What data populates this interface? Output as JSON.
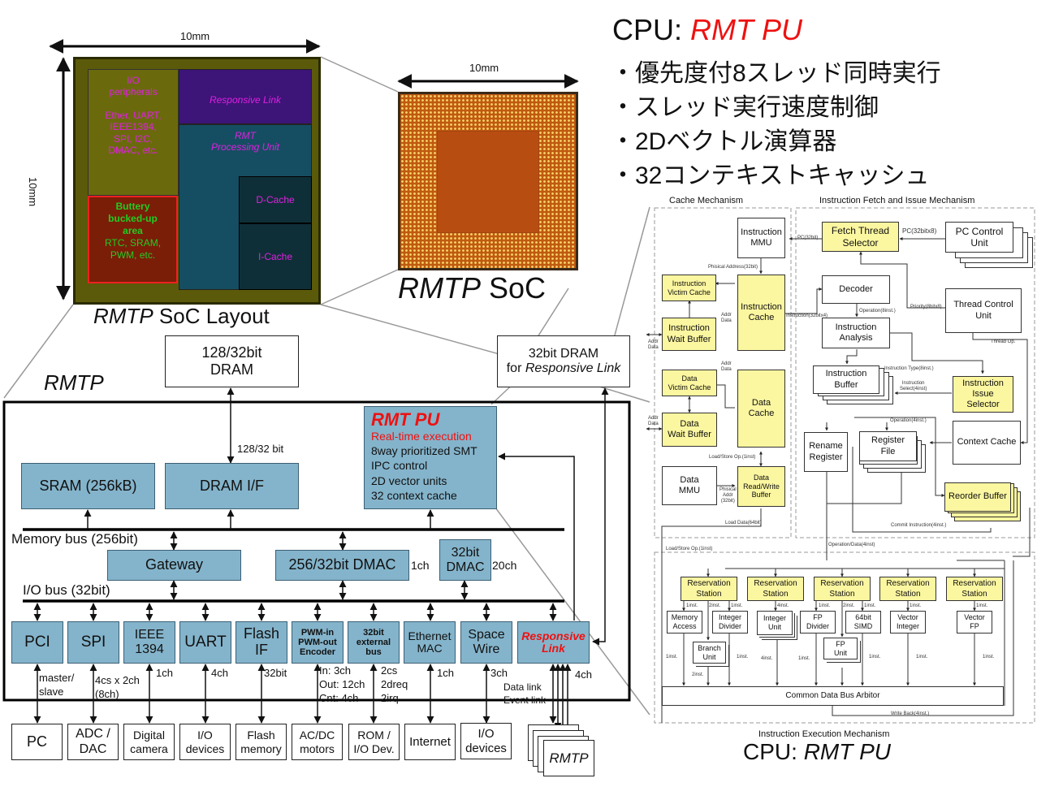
{
  "layout_figure": {
    "width_label": "10mm",
    "height_label": "10mm",
    "caption_italic": "RMTP",
    "caption_rest": " SoC Layout",
    "regions": {
      "io": [
        "I/O",
        "peripherals",
        "",
        "Ether, UART,",
        "IEEE1394,",
        "SPI, I2C,",
        "DMAC, etc."
      ],
      "battery": [
        "Buttery",
        "bucked-up",
        "area"
      ],
      "battery_sub": [
        "RTC, SRAM,",
        "PWM, etc."
      ],
      "responsive_link": "Responsive Link",
      "rmt_pu": [
        "RMT",
        "Processing Unit"
      ],
      "dcache": "D-Cache",
      "icache": "I-Cache"
    },
    "colors": {
      "label_magenta": "#e020e0",
      "label_green": "#22cc22"
    }
  },
  "package_figure": {
    "width_label": "10mm",
    "caption_italic": "RMTP",
    "caption_rest": " SoC"
  },
  "cpu_features": {
    "title_prefix": "CPU: ",
    "title_name": "RMT PU",
    "title_color": "#ee1111",
    "items": [
      "・優先度付8スレッド同時実行",
      "・スレッド実行速度制御",
      "・2Dベクトル演算器",
      "・32コンテキストキャッシュ"
    ]
  },
  "rmtp_block": {
    "title": "RMTP",
    "dram": [
      "128/32bit",
      "DRAM"
    ],
    "dram_link_label": "128/32 bit",
    "rl_dram": [
      "32bit DRAM",
      "for ",
      "Responsive Link"
    ],
    "sram": "SRAM (256kB)",
    "dram_if": "DRAM I/F",
    "rmt_pu": {
      "title": "RMT PU",
      "subtitle": "Real-time execution",
      "lines": [
        "8way prioritized SMT",
        "IPC control",
        "2D vector units",
        "32 context cache"
      ]
    },
    "memory_bus": "Memory bus (256bit)",
    "io_bus": "I/O bus (32bit)",
    "gateway": "Gateway",
    "dmac_256": "256/32bit DMAC",
    "dmac_256_ch": "1ch",
    "dmac_32": [
      "32bit",
      "DMAC"
    ],
    "dmac_32_ch": "20ch",
    "peripherals": [
      {
        "name": [
          "PCI"
        ],
        "note": [
          "master/",
          "slave"
        ],
        "device": [
          "PC"
        ]
      },
      {
        "name": [
          "SPI"
        ],
        "note": [
          "4cs x 2ch",
          "(8ch)"
        ],
        "device": [
          "ADC /",
          "DAC"
        ]
      },
      {
        "name": [
          "IEEE",
          "1394"
        ],
        "note": [
          "1ch"
        ],
        "device": [
          "Digital",
          "camera"
        ]
      },
      {
        "name": [
          "UART"
        ],
        "note": [
          "4ch"
        ],
        "device": [
          "I/O",
          "devices"
        ]
      },
      {
        "name": [
          "Flash",
          "IF"
        ],
        "note": [
          "32bit"
        ],
        "device": [
          "Flash",
          "memory"
        ]
      },
      {
        "name": [
          "PWM-in",
          "PWM-out",
          "Encoder"
        ],
        "note": [
          "In: 3ch",
          "Out: 12ch",
          "Cnt: 4ch"
        ],
        "device": [
          "AC/DC",
          "motors"
        ]
      },
      {
        "name": [
          "32bit",
          "external",
          "bus"
        ],
        "note": [
          "2cs",
          "2dreq",
          "2irq"
        ],
        "device": [
          "ROM /",
          "I/O Dev."
        ]
      },
      {
        "name": [
          "Ethernet",
          "MAC"
        ],
        "note": [
          "1ch"
        ],
        "device": [
          "Internet"
        ]
      },
      {
        "name": [
          "Space",
          "Wire"
        ],
        "note": [
          "3ch"
        ],
        "device": [
          "I/O",
          "devices"
        ]
      },
      {
        "name": [
          "Responsive",
          "Link"
        ],
        "note": [
          "4ch"
        ],
        "device": [
          "RMTP"
        ]
      }
    ],
    "rl_link_notes": [
      "Data link",
      "Event link"
    ],
    "block_color": "#84b4cb",
    "highlight_color": "#ee1111"
  },
  "cpu_diagram": {
    "sections": {
      "cache": "Cache Mechanism",
      "fetch": "Instruction Fetch and Issue Mechanism",
      "exec": "Instruction Execution Mechanism"
    },
    "blocks": {
      "immu": [
        "Instruction",
        "MMU"
      ],
      "ivc": [
        "Instruction",
        "Victim Cache"
      ],
      "icache": [
        "Instruction",
        "Cache"
      ],
      "iwb": [
        "Instruction",
        "Wait Buffer"
      ],
      "dvc": [
        "Data",
        "Victim Cache"
      ],
      "dcache": [
        "Data",
        "Cache"
      ],
      "dwb": [
        "Data",
        "Wait Buffer"
      ],
      "dmmu": [
        "Data",
        "MMU"
      ],
      "drw": [
        "Data",
        "Read/Write",
        "Buffer"
      ],
      "fts": [
        "Fetch Thread",
        "Selector"
      ],
      "pcu": [
        "PC Control",
        "Unit"
      ],
      "decoder": [
        "Decoder"
      ],
      "ianalysis": [
        "Instruction",
        "Analysis"
      ],
      "tcu": [
        "Thread Control",
        "Unit"
      ],
      "ibuf": [
        "Instruction",
        "Buffer"
      ],
      "iis": [
        "Instruction",
        "Issue",
        "Selector"
      ],
      "rename": [
        "Rename",
        "Register"
      ],
      "regfile": [
        "Register",
        "File"
      ],
      "ctxcache": [
        "Context Cache"
      ],
      "rob": [
        "Reorder Buffer"
      ],
      "rs": [
        "Reservation",
        "Station"
      ],
      "memacc": [
        "Memory",
        "Access"
      ],
      "intdiv": [
        "Integer",
        "Divider"
      ],
      "branch": [
        "Branch",
        "Unit"
      ],
      "intunit": [
        "Integer",
        "Unit"
      ],
      "fpdiv": [
        "FP",
        "Divider"
      ],
      "fpunit": [
        "FP",
        "Unit"
      ],
      "simd": [
        "64bit",
        "SIMD"
      ],
      "vint": [
        "Vector",
        "Integer"
      ],
      "vfp": [
        "Vector",
        "FP"
      ],
      "cdb": [
        "Common Data Bus Arbitor"
      ]
    },
    "signals": {
      "pc32": "PC(32bit)",
      "pc32x8": "PC(32bitx8)",
      "phys_addr": "Phisical Address(32bit)",
      "addr_data": [
        "Addr",
        "Data"
      ],
      "instruction": "Instruction(32bitx4)",
      "operation8": "Operation(8inst.)",
      "priority": "Priority(8bitx8)",
      "thread_op": "Thread Op.",
      "inst_type": "Instruction Type(8inst.)",
      "inst_select": [
        "Instruction",
        "Select(4inst)"
      ],
      "operation4": "Operation(4inst.)",
      "commit": "Commit Instruction(4inst.)",
      "ls_op": "Load/Store Op.(1inst)",
      "phys_addr2": [
        "Phisical",
        "Addr",
        "(32bit)"
      ],
      "load_data": "Load Data(64bit)",
      "op_data": "Operation/Data(4inst)",
      "write_back": "Write Back(4inst.)",
      "inst1": "1inst.",
      "inst2": "2inst.",
      "inst4": "4inst."
    },
    "caption_prefix": "CPU: ",
    "caption_name": "RMT PU",
    "yellow": "#fbf6a0"
  }
}
